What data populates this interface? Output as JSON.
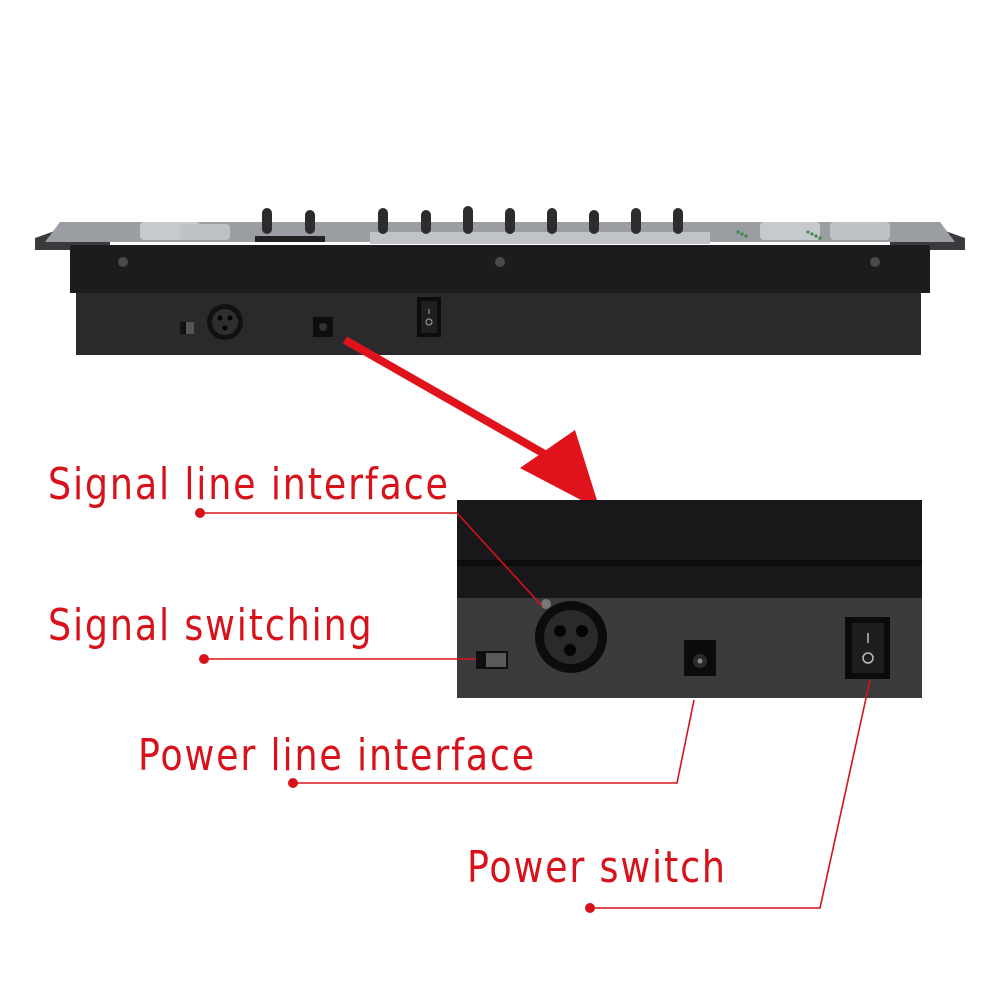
{
  "image": {
    "subject": "DMX lighting controller, rear panel view",
    "background": "#ffffff",
    "accent_color": "#d8121b"
  },
  "device": {
    "faders_count": 10,
    "rear_ports": [
      {
        "name": "signal-switch",
        "type": "slide switch"
      },
      {
        "name": "xlr-connector",
        "type": "3-pin XLR DMX output"
      },
      {
        "name": "dc-power-jack",
        "type": "DC barrel jack"
      },
      {
        "name": "rocker-switch",
        "type": "power rocker switch",
        "marks": [
          "I",
          "O"
        ]
      }
    ]
  },
  "callouts": [
    {
      "label": "Signal line interface",
      "target": "xlr-connector"
    },
    {
      "label": "Signal switching",
      "target": "signal-switch"
    },
    {
      "label": "Power line interface",
      "target": "dc-power-jack"
    },
    {
      "label": "Power switch",
      "target": "rocker-switch"
    }
  ],
  "switch_marks": {
    "on": "I",
    "off": "O"
  }
}
